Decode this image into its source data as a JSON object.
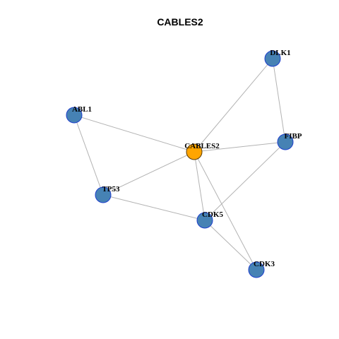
{
  "title": "CABLES2",
  "colors": {
    "center_node": "#FFA500",
    "neighbor_node": "#4682B4",
    "neighbor_stroke": "#1E3FCC",
    "center_stroke": "#5A3A00",
    "edge": "#B3B3B3"
  },
  "nodes": [
    {
      "id": "CABLES2",
      "label": "CABLES2",
      "role": "center"
    },
    {
      "id": "DLK1",
      "label": "DLK1",
      "role": "neighbor"
    },
    {
      "id": "ABL1",
      "label": "ABL1",
      "role": "neighbor"
    },
    {
      "id": "FIBP",
      "label": "FIBP",
      "role": "neighbor"
    },
    {
      "id": "TP53",
      "label": "TP53",
      "role": "neighbor"
    },
    {
      "id": "CDK5",
      "label": "CDK5",
      "role": "neighbor"
    },
    {
      "id": "CDK3",
      "label": "CDK3",
      "role": "neighbor"
    }
  ],
  "edges": [
    [
      "CABLES2",
      "DLK1"
    ],
    [
      "CABLES2",
      "ABL1"
    ],
    [
      "CABLES2",
      "FIBP"
    ],
    [
      "CABLES2",
      "TP53"
    ],
    [
      "CABLES2",
      "CDK5"
    ],
    [
      "CABLES2",
      "CDK3"
    ],
    [
      "DLK1",
      "FIBP"
    ],
    [
      "ABL1",
      "TP53"
    ],
    [
      "TP53",
      "CDK5"
    ],
    [
      "FIBP",
      "CDK5"
    ],
    [
      "CDK5",
      "CDK3"
    ]
  ]
}
